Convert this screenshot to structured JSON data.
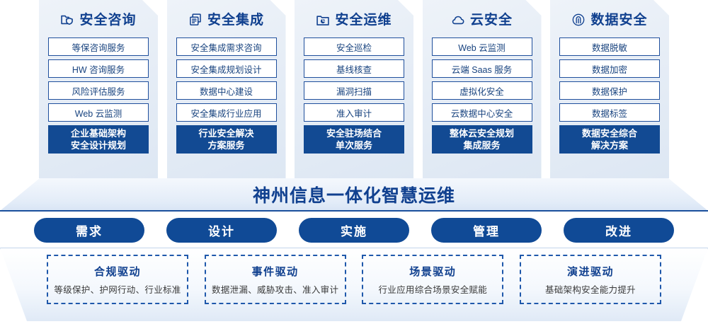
{
  "columns": [
    {
      "icon": "folder-shield-icon",
      "title": "安全咨询",
      "items": [
        "等保咨询服务",
        "HW 咨询服务",
        "风险评估服务",
        "Web 云监测"
      ],
      "final": [
        "企业基础架构",
        "安全设计规划"
      ]
    },
    {
      "icon": "stacked-documents-icon",
      "title": "安全集成",
      "items": [
        "安全集成需求咨询",
        "安全集成规划设计",
        "数据中心建设",
        "安全集成行业应用"
      ],
      "final": [
        "行业安全解决",
        "方案服务"
      ]
    },
    {
      "icon": "folder-chart-icon",
      "title": "安全运维",
      "items": [
        "安全巡检",
        "基线核查",
        "漏洞扫描",
        "准入审计"
      ],
      "final": [
        "安全驻场结合",
        "单次服务"
      ]
    },
    {
      "icon": "cloud-icon",
      "title": "云安全",
      "items": [
        "Web 云监测",
        "云端 Saas 服务",
        "虚拟化安全",
        "云数据中心安全"
      ],
      "final": [
        "整体云安全规划",
        "集成服务"
      ]
    },
    {
      "icon": "fingerprint-icon",
      "title": "数据安全",
      "items": [
        "数据脱敏",
        "数据加密",
        "数据保护",
        "数据标签"
      ],
      "final": [
        "数据安全综合",
        "解决方案"
      ]
    }
  ],
  "banner": {
    "title": "神州信息一体化智慧运维"
  },
  "pills": [
    {
      "label": "需求"
    },
    {
      "label": "设计"
    },
    {
      "label": "实施"
    },
    {
      "label": "管理"
    },
    {
      "label": "改进"
    }
  ],
  "drivers": [
    {
      "title": "合规驱动",
      "subtitle": "等级保护、护网行动、行业标准"
    },
    {
      "title": "事件驱动",
      "subtitle": "数据泄漏、威胁攻击、准入审计"
    },
    {
      "title": "场景驱动",
      "subtitle": "行业应用综合场景安全赋能"
    },
    {
      "title": "演进驱动",
      "subtitle": "基础架构安全能力提升"
    }
  ],
  "colors": {
    "brand_blue": "#10408f",
    "deep_blue": "#124a93",
    "panel_bg": "#e6edf6",
    "item_border": "#1f4f9c"
  }
}
